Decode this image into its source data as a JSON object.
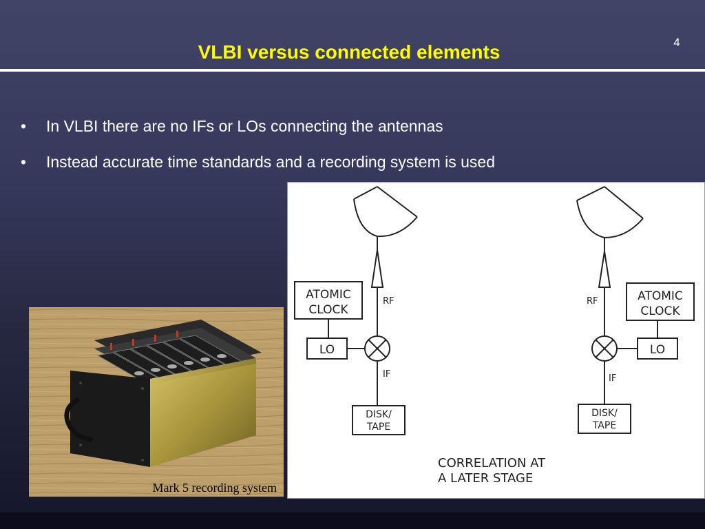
{
  "slide": {
    "number": "4",
    "title": "VLBI versus connected elements"
  },
  "bullets": [
    {
      "marker": "•",
      "text": "In VLBI there are no IFs or LOs connecting the antennas"
    },
    {
      "marker": "•",
      "text": "Instead accurate time standards and a recording system is used"
    }
  ],
  "photo": {
    "caption": "Mark 5 recording system"
  },
  "diagram": {
    "left_station": {
      "clock_line1": "ATOMIC",
      "clock_line2": "CLOCK",
      "lo": "LO",
      "rf": "RF",
      "if": "IF",
      "recorder_line1": "DISK/",
      "recorder_line2": "TAPE"
    },
    "right_station": {
      "clock_line1": "ATOMIC",
      "clock_line2": "CLOCK",
      "lo": "LO",
      "rf": "RF",
      "if": "IF",
      "recorder_line1": "DISK/",
      "recorder_line2": "TAPE"
    },
    "note_line1": "CORRELATION AT",
    "note_line2": "A LATER STAGE"
  },
  "colors": {
    "title": "#ffff00",
    "text": "#ffffff",
    "background_top": "#414466",
    "background_bottom": "#15162a"
  }
}
